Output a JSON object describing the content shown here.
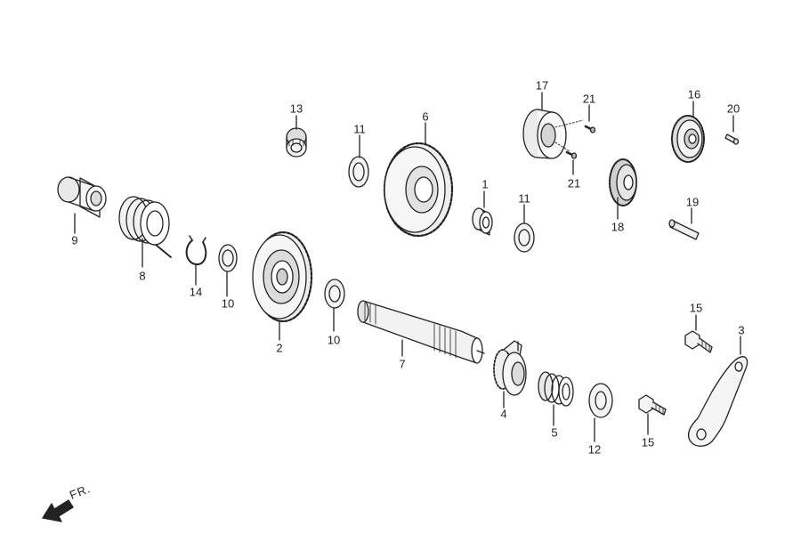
{
  "callouts": {
    "p1": "1",
    "p2": "2",
    "p3": "3",
    "p4": "4",
    "p5": "5",
    "p6": "6",
    "p7": "7",
    "p8": "8",
    "p9": "9",
    "p10a": "10",
    "p10b": "10",
    "p11a": "11",
    "p11b": "11",
    "p12": "12",
    "p13": "13",
    "p14": "14",
    "p15a": "15",
    "p15b": "15",
    "p16": "16",
    "p17": "17",
    "p18": "18",
    "p19": "19",
    "p20": "20",
    "p21a": "21",
    "p21b": "21"
  },
  "direction": {
    "label": "FR.",
    "icon": "arrow-front-icon"
  },
  "colors": {
    "line": "#222222",
    "fill": "#f2f2f2",
    "shade": "#bdbdbd"
  }
}
